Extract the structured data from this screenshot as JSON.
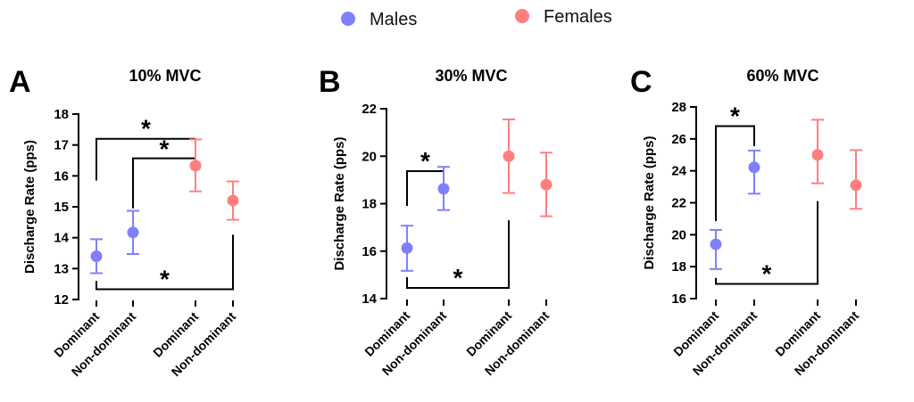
{
  "legend": [
    {
      "name": "Males",
      "color": "#8080ff"
    },
    {
      "name": "Females",
      "color": "#ff7f7f"
    }
  ],
  "chart_data": [
    {
      "type": "scatter",
      "panel": "A",
      "title": "10% MVC",
      "ylabel": "Discharge Rate (pps)",
      "ylim": [
        12,
        18
      ],
      "yticks": [
        12,
        13,
        14,
        15,
        16,
        17,
        18
      ],
      "categories": [
        "Dominant",
        "Non-dominant",
        "Dominant",
        "Non-dominant"
      ],
      "points": [
        {
          "group": "Males",
          "mean": 13.4,
          "low": 12.85,
          "high": 13.95
        },
        {
          "group": "Males",
          "mean": 14.17,
          "low": 13.47,
          "high": 14.87
        },
        {
          "group": "Females",
          "mean": 16.33,
          "low": 15.5,
          "high": 17.18
        },
        {
          "group": "Females",
          "mean": 15.2,
          "low": 14.58,
          "high": 15.82
        }
      ],
      "significance": [
        {
          "from": 0,
          "to": 2,
          "side": "top",
          "level": 17.2,
          "low_from": 15.85,
          "low_to": 17.2,
          "label": "*"
        },
        {
          "from": 1,
          "to": 2,
          "side": "top",
          "level": 16.57,
          "low_from": 14.95,
          "low_to": 16.57,
          "label": "*"
        },
        {
          "from": 0,
          "to": 3,
          "side": "bottom",
          "level": 12.33,
          "low_from": 12.6,
          "low_to": 14.1,
          "label": "*"
        }
      ]
    },
    {
      "type": "scatter",
      "panel": "B",
      "title": "30% MVC",
      "ylabel": "Discharge Rate (pps)",
      "ylim": [
        14,
        22
      ],
      "yticks": [
        14,
        16,
        18,
        20,
        22
      ],
      "categories": [
        "Dominant",
        "Non-dominant",
        "Dominant",
        "Non-dominant"
      ],
      "points": [
        {
          "group": "Males",
          "mean": 16.13,
          "low": 15.17,
          "high": 17.07
        },
        {
          "group": "Males",
          "mean": 18.63,
          "low": 17.73,
          "high": 19.55
        },
        {
          "group": "Females",
          "mean": 20.0,
          "low": 18.45,
          "high": 21.55
        },
        {
          "group": "Females",
          "mean": 18.8,
          "low": 17.47,
          "high": 20.15
        }
      ],
      "significance": [
        {
          "from": 0,
          "to": 1,
          "side": "top",
          "level": 19.37,
          "low_from": 17.9,
          "low_to": 19.0,
          "label": "*"
        },
        {
          "from": 0,
          "to": 2,
          "side": "bottom",
          "level": 14.45,
          "low_from": 14.9,
          "low_to": 17.3,
          "label": "*"
        }
      ]
    },
    {
      "type": "scatter",
      "panel": "C",
      "title": "60% MVC",
      "ylabel": "Discharge Rate (pps)",
      "ylim": [
        16,
        28
      ],
      "yticks": [
        16,
        18,
        20,
        22,
        24,
        26,
        28
      ],
      "categories": [
        "Dominant",
        "Non-dominant",
        "Dominant",
        "Non-dominant"
      ],
      "points": [
        {
          "group": "Males",
          "mean": 19.4,
          "low": 17.85,
          "high": 20.3
        },
        {
          "group": "Males",
          "mean": 24.22,
          "low": 22.57,
          "high": 25.27
        },
        {
          "group": "Females",
          "mean": 25.0,
          "low": 23.22,
          "high": 27.2
        },
        {
          "group": "Females",
          "mean": 23.1,
          "low": 21.62,
          "high": 25.3
        }
      ],
      "significance": [
        {
          "from": 0,
          "to": 1,
          "side": "top",
          "level": 26.8,
          "low_from": 20.85,
          "low_to": 25.55,
          "label": "*"
        },
        {
          "from": 0,
          "to": 2,
          "side": "bottom",
          "level": 16.92,
          "low_from": 17.3,
          "low_to": 22.1,
          "label": "*"
        }
      ]
    }
  ]
}
